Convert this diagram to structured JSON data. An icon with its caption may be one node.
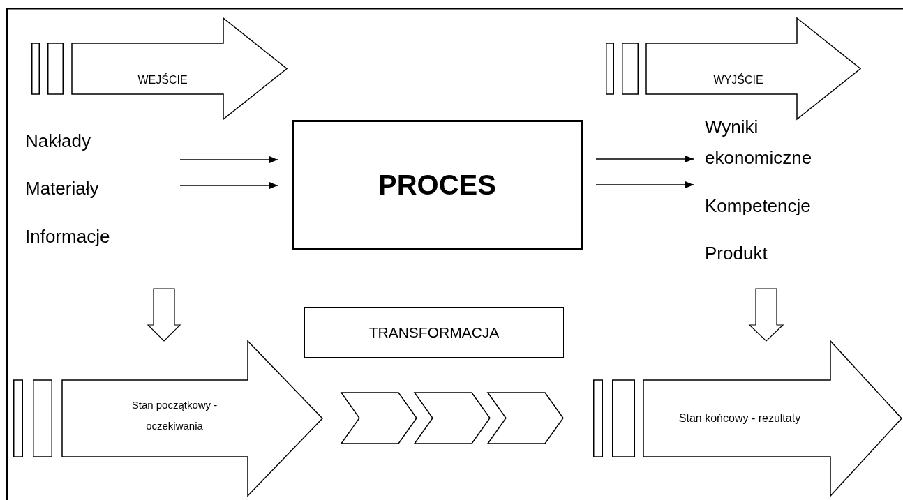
{
  "diagram": {
    "nodes": [
      {
        "text": [
          "WEJŚCIE"
        ]
      },
      {
        "text": [
          "WYJŚCIE"
        ]
      },
      {
        "text": [
          "PROCES"
        ]
      },
      {
        "text": [
          "TRANSFORMACJA"
        ]
      },
      {
        "text": [
          "Stan początkowy - oczekiwania"
        ]
      },
      {
        "text": [
          "Stan końcowy - rezultaty"
        ]
      },
      {
        "text": [],
        "shape": "chevron"
      },
      {
        "text": [],
        "shape": "chevron"
      },
      {
        "text": [],
        "shape": "chevron"
      },
      {
        "text": [
          "Wyniki ekonomiczne"
        ]
      }
    ],
    "edges": [
      {
        "from": null,
        "to": 2,
        "arrow": "to"
      },
      {
        "from": null,
        "to": 2,
        "arrow": "to"
      },
      {
        "from": 2,
        "to": 9,
        "arrow": "to"
      },
      {
        "from": 2,
        "to": 9,
        "arrow": "to"
      }
    ],
    "labels": [
      "Nakłady",
      "Materiały",
      "Informacje",
      "Kompetencje",
      "Produkt"
    ]
  }
}
